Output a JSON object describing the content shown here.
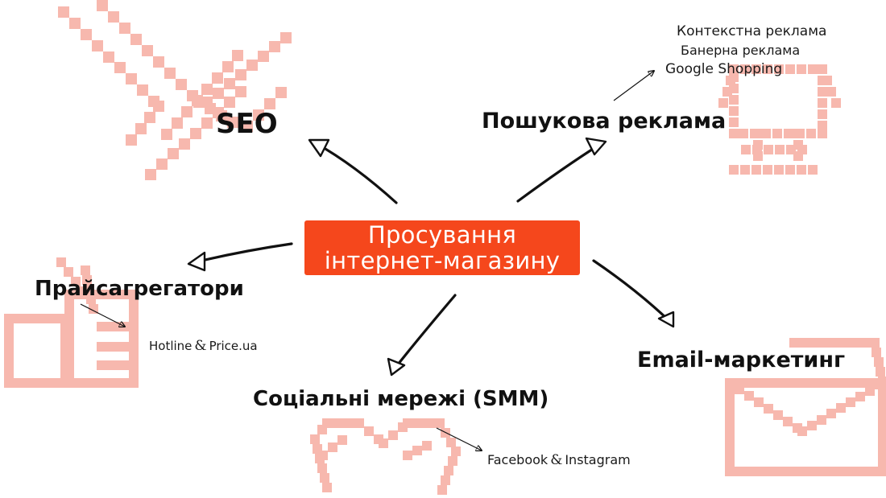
{
  "center": {
    "line1": "Просування",
    "line2": "інтернет-магазину"
  },
  "nodes": {
    "seo": "SEO",
    "search_ads": "Пошукова реклама",
    "price_aggregators": "Прайсагрегатори",
    "smm": "Соціальні мережі (SMM)",
    "email": "Email-маркетинг"
  },
  "details": {
    "search_ads": [
      "Контекстна реклама",
      "Банерна реклама",
      "Google Shopping"
    ],
    "price_aggregators": {
      "a": "Hotline",
      "amp": "&",
      "b": "Price.ua"
    },
    "smm": {
      "a": "Facebook",
      "amp": "&",
      "b": "Instagram"
    }
  },
  "colors": {
    "accent": "#f5471c",
    "decor": "#f7b8ae",
    "text": "#111111",
    "background": "#ffffff"
  },
  "decor_icons": [
    "cursor-icon",
    "trophy-icon",
    "like-icon",
    "heart-icon",
    "envelope-icon"
  ]
}
